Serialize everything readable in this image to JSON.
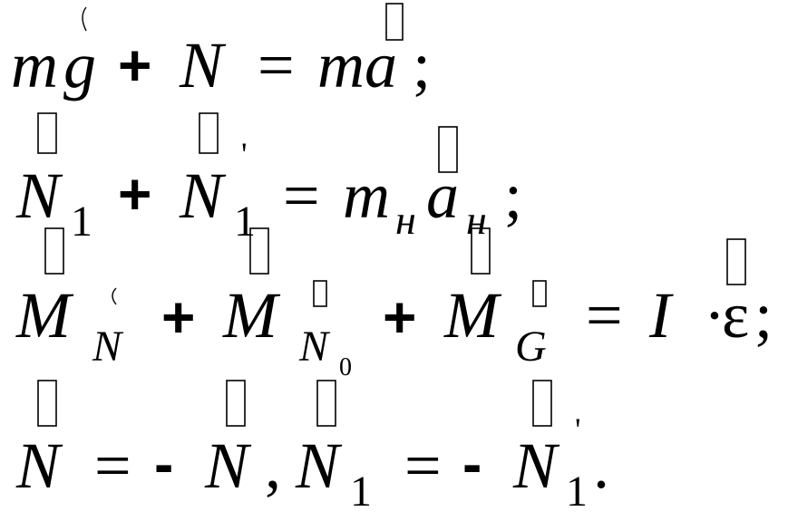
{
  "equations": {
    "eq1": {
      "m": "m",
      "g": "g",
      "plus": "+",
      "N": "N",
      "eq": "=",
      "ma": "ma",
      "end": ";"
    },
    "eq2": {
      "N1": "N",
      "sub1": "1",
      "plus": "+",
      "N1p": "N",
      "sub1p": "1",
      "prime": "'",
      "eq": "=",
      "m": "m",
      "subH": "н",
      "a": "a",
      "subH2": "н",
      "end": ";"
    },
    "eq3": {
      "M1": "M",
      "subN": "N",
      "plus1": "+",
      "M2": "M",
      "subN0": "N",
      "sub0": "0",
      "plus2": "+",
      "M3": "M",
      "subG": "G",
      "eq": "=",
      "I": "I",
      "dot": "·",
      "eps": "ε",
      "end": ";"
    },
    "eq4": {
      "N": "N",
      "eq1": "=",
      "minus1": "-",
      "Nr": "N",
      "comma": ",",
      "N1": "N",
      "sub1": "1",
      "eq2": "=",
      "minus2": "-",
      "N1p": "N",
      "sub1p": "1",
      "prime": "'",
      "end": "."
    }
  }
}
